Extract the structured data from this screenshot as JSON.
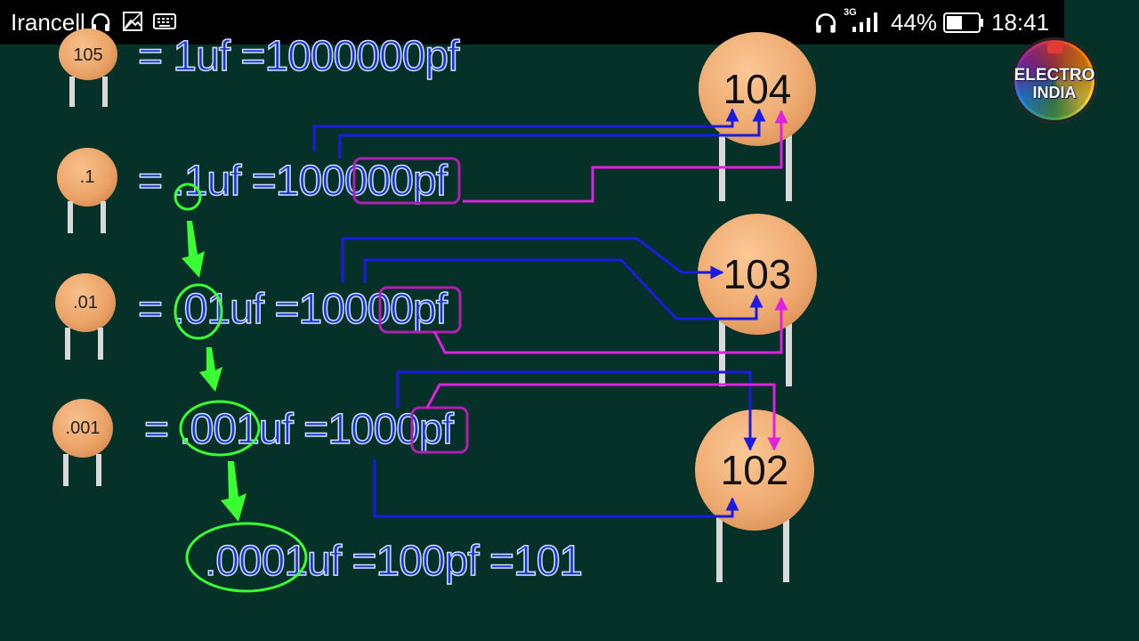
{
  "status_bar": {
    "carrier": "Irancell",
    "network": "3G",
    "battery_percent": "44%",
    "time": "18:41",
    "icons": [
      "headphones-icon",
      "image-icon",
      "keyboard-icon",
      "headphones-icon",
      "signal-icon",
      "battery-icon"
    ]
  },
  "channel_logo": {
    "line1": "ELECTRO",
    "line2": "INDIA"
  },
  "rows": [
    {
      "cap_label": "105",
      "equation": "= 1uf =1000000pf"
    },
    {
      "cap_label": ".1",
      "equation": "= .1uf =100000pf"
    },
    {
      "cap_label": ".01",
      "equation": "= .01uf =10000pf"
    },
    {
      "cap_label": ".001",
      "equation": "= .001uf =1000pf"
    },
    {
      "cap_label": "",
      "equation": ".0001uf =100pf  =101"
    }
  ],
  "big_caps": [
    {
      "label": "104"
    },
    {
      "label": "103"
    },
    {
      "label": "102"
    }
  ],
  "colors": {
    "background": "#063129",
    "equation_text": "#1a33d6",
    "arrow_blue": "#1a1ae0",
    "arrow_magenta": "#e020e0",
    "highlight_green": "#39ff33",
    "capacitor_body": "#eba468"
  }
}
